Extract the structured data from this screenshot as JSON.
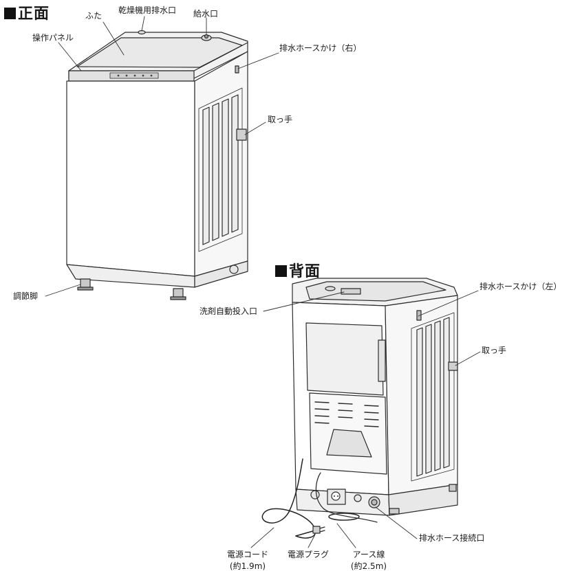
{
  "front": {
    "heading": "正面",
    "labels": {
      "lid": "ふた",
      "dryer_drain": "乾燥機用排水口",
      "water_inlet": "給水口",
      "control_panel": "操作パネル",
      "hose_hook_right": "排水ホースかけ（右）",
      "handle": "取っ手",
      "adjustable_feet": "調節脚"
    }
  },
  "back": {
    "heading": "背面",
    "labels": {
      "detergent_inlet": "洗剤自動投入口",
      "hose_hook_left": "排水ホースかけ（左）",
      "handle": "取っ手",
      "drain_connection": "排水ホース接続口",
      "power_cord": "電源コード",
      "power_cord_length": "(約1.9m)",
      "power_plug": "電源プラグ",
      "earth_wire": "アース線",
      "earth_wire_length": "(約2.5m)"
    }
  }
}
